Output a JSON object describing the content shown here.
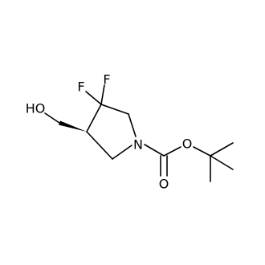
{
  "molecule": {
    "atom_labels": {
      "fluorine_1": "F",
      "fluorine_2": "F",
      "hydroxyl": "HO",
      "nitrogen": "N",
      "ether_oxygen": "O",
      "carbonyl_oxygen": "O"
    },
    "colors": {
      "bond": "#000000",
      "background": "#ffffff"
    }
  }
}
